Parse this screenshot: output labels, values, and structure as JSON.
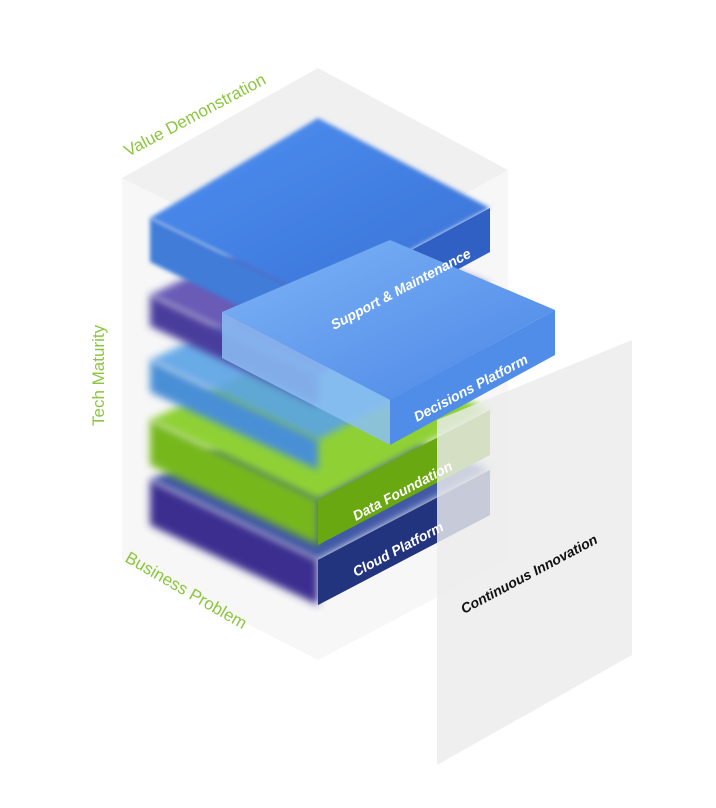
{
  "axes": {
    "top": "Value Demonstration",
    "left": "Tech Maturity",
    "bottom": "Business Problem"
  },
  "layers": [
    {
      "label": "Support & Maintenance",
      "color": "#3f7fe0"
    },
    {
      "label": "Decisions Platform",
      "color": "#5b93ec"
    },
    {
      "label": "Data Foundation",
      "color": "#7cc020"
    },
    {
      "label": "Cloud Platform",
      "color": "#243c8e"
    }
  ],
  "panel": {
    "label": "Continuous Innovation"
  },
  "colors": {
    "accent_green": "#8cc63f",
    "purple_layer": "#5a4bb0",
    "light_blue_layer": "#5aa3e6"
  }
}
